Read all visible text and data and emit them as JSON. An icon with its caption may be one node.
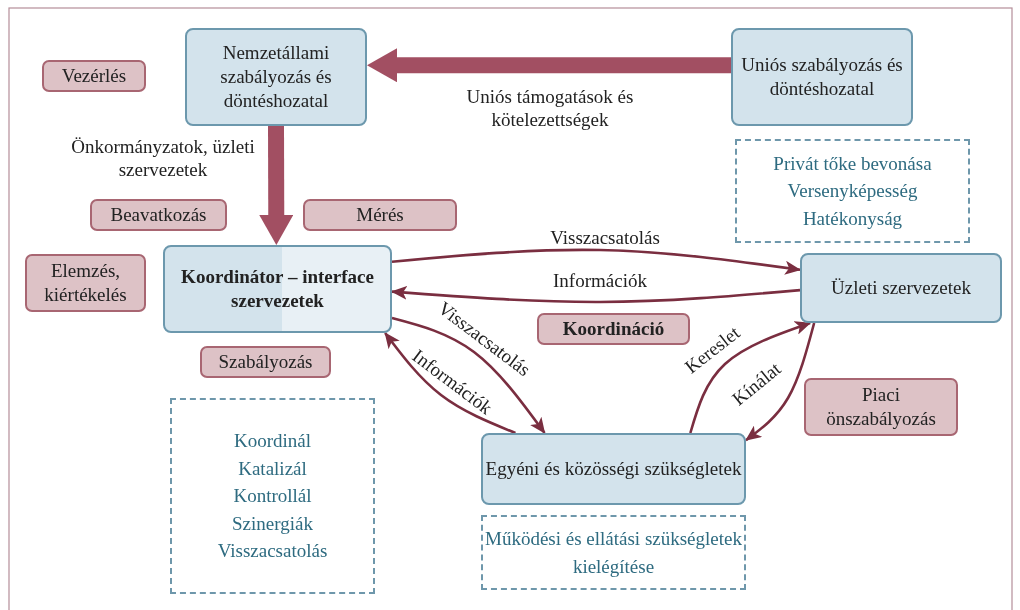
{
  "diagram": {
    "nodes": [
      {
        "text": [
          "Nemzetállami szabályozás és döntéshozatal"
        ]
      },
      {
        "text": [
          "Uniós szabályozás és döntéshozatal"
        ]
      },
      {
        "text": [
          "Koordinátor – interface szervezetek"
        ]
      },
      {
        "text": [
          "Üzleti szervezetek"
        ]
      },
      {
        "text": [
          "Egyéni és közösségi szükségletek"
        ]
      },
      {
        "text": [
          "Vezérlés"
        ]
      },
      {
        "text": [
          "Beavatkozás"
        ]
      },
      {
        "text": [
          "Mérés"
        ]
      },
      {
        "text": [
          "Elemzés, kiértékelés"
        ]
      },
      {
        "text": [
          "Szabályozás"
        ]
      },
      {
        "text": [
          "Koordináció"
        ]
      },
      {
        "text": [
          "Piaci önszabályozás"
        ]
      },
      {
        "text": [
          "Privát tőke bevonása",
          "Versenyképesség",
          "Hatékonyság"
        ]
      },
      {
        "text": [
          "Koordinál",
          "Katalizál",
          "Kontrollál",
          "Szinergiák",
          "Visszacsatolás"
        ]
      },
      {
        "text": [
          "Működési és ellátási szükségletek kielégítése"
        ]
      }
    ],
    "edges": [
      {
        "from": 1,
        "to": 0,
        "arrow": "to",
        "label": "Uniós támogatások és kötelezettségek",
        "style": "thick",
        "color": "#a24f62"
      },
      {
        "from": 0,
        "to": 2,
        "arrow": "to",
        "label": "Önkormányzatok, üzleti szervezetek",
        "style": "thick",
        "color": "#a24f62"
      },
      {
        "from": 2,
        "to": 3,
        "arrow": "to",
        "label": "Visszacsatolás"
      },
      {
        "from": 3,
        "to": 2,
        "arrow": "to",
        "label": "Információk"
      },
      {
        "from": 2,
        "to": 4,
        "arrow": "to",
        "label": "Visszacsatolás"
      },
      {
        "from": 4,
        "to": 2,
        "arrow": "to",
        "label": "Információk"
      },
      {
        "from": 4,
        "to": 3,
        "arrow": "to",
        "label": "Kereslet"
      },
      {
        "from": 3,
        "to": 4,
        "arrow": "to",
        "label": "Kínálat"
      }
    ]
  }
}
